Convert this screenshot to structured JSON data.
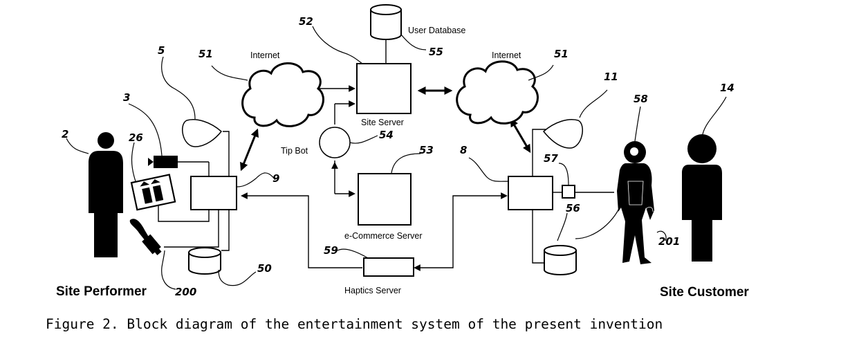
{
  "labels": {
    "user_database": "User Database",
    "internet_left": "Internet",
    "internet_right": "Internet",
    "site_server": "Site Server",
    "tip_bot": "Tip Bot",
    "ecommerce_server": "e-Commerce Server",
    "haptics_server": "Haptics Server",
    "site_performer": "Site Performer",
    "site_customer": "Site Customer"
  },
  "refs": {
    "n52": "52",
    "n55": "55",
    "n51_left": "51",
    "n51_right": "51",
    "n5": "5",
    "n3": "3",
    "n2": "2",
    "n26": "26",
    "n9": "9",
    "n54": "54",
    "n53": "53",
    "n8": "8",
    "n11": "11",
    "n58": "58",
    "n14": "14",
    "n57": "57",
    "n56": "56",
    "n201": "201",
    "n59": "59",
    "n50": "50",
    "n200": "200"
  },
  "caption": "Figure 2. Block diagram of the entertainment system of the present invention"
}
